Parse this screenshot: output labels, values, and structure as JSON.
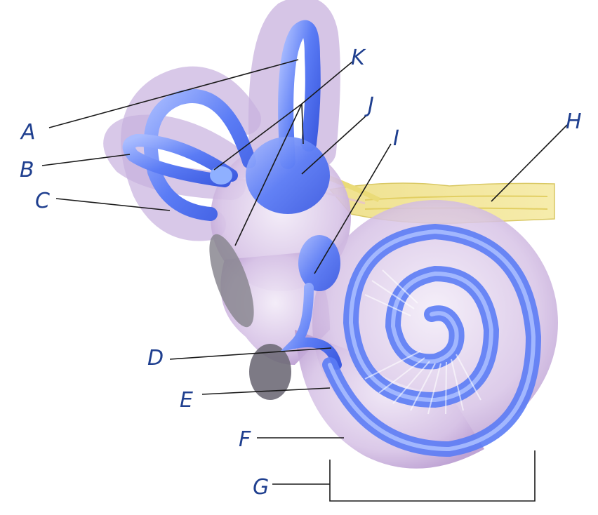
{
  "labels": {
    "A": "A",
    "B": "B",
    "C": "C",
    "D": "D",
    "E": "E",
    "F": "F",
    "G": "G",
    "H": "H",
    "I": "I",
    "J": "J",
    "K": "K"
  },
  "colors": {
    "bone": "#d9c8e6",
    "membrane": "#5b7cf5",
    "membrane_light": "#9db2ff",
    "nerve": "#f2e27a",
    "label_ink": "#1f3f8f",
    "line": "#1a1a1a"
  }
}
